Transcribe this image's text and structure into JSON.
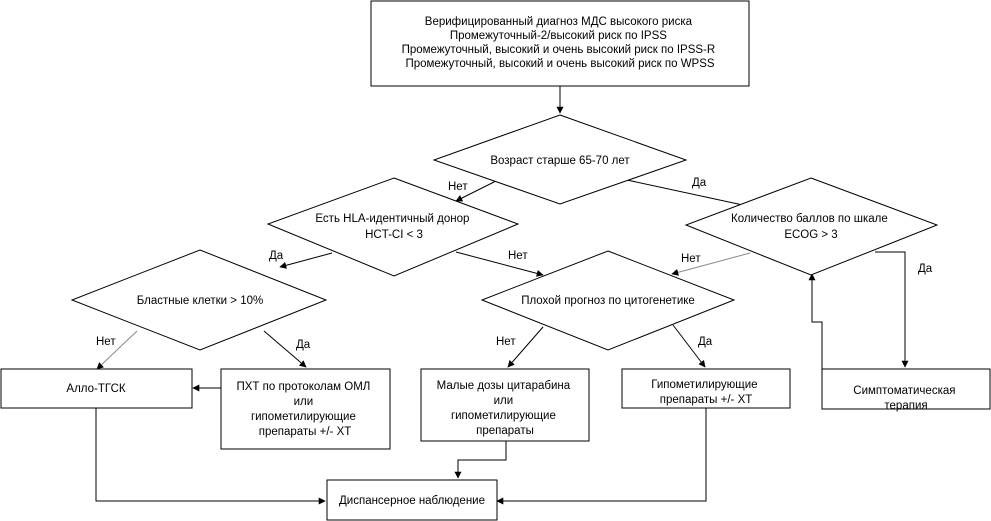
{
  "nodes": {
    "diagnosis": {
      "lines": [
        "Верифицированный диагноз МДС высокого риска",
        "Промежуточный-2/высокий риск по IPSS",
        "Промежуточный, высокий и очень высокий риск по IPSS-R",
        "Промежуточный, высокий и очень высокий риск по WPSS"
      ]
    },
    "age": {
      "lines": [
        "Возраст старше 65-70 лет"
      ]
    },
    "donor": {
      "lines": [
        "Есть HLA-идентичный донор",
        "HCT-CI < 3"
      ]
    },
    "ecog": {
      "lines": [
        "Количество баллов по шкале",
        "ECOG > 3"
      ]
    },
    "blasts": {
      "lines": [
        "Бластные клетки > 10%"
      ]
    },
    "cytogenetics": {
      "lines": [
        "Плохой прогноз по цитогенетике"
      ]
    },
    "allo": {
      "lines": [
        "Алло-ТГСК"
      ]
    },
    "pht": {
      "lines": [
        "ПХТ по протоколам ОМЛ",
        "или",
        "гипометилирующие",
        "препараты +/- ХТ"
      ]
    },
    "low_dose": {
      "lines": [
        "Малые дозы цитарабина",
        "или",
        "гипометилирующие",
        "препараты"
      ]
    },
    "hypomethyl": {
      "lines": [
        "Гипометилирующие",
        "препараты +/- ХТ"
      ]
    },
    "symptomatic": {
      "lines": [
        "Симптоматическая",
        "терапия"
      ]
    },
    "followup": {
      "lines": [
        "Диспансерное наблюдение"
      ]
    }
  },
  "edge_labels": {
    "age_no": "Нет",
    "age_yes": "Да",
    "donor_yes": "Да",
    "donor_no": "Нет",
    "ecog_no": "Нет",
    "ecog_yes": "Да",
    "blasts_no": "Нет",
    "blasts_yes": "Да",
    "cyto_no": "Нет",
    "cyto_yes": "Да"
  }
}
